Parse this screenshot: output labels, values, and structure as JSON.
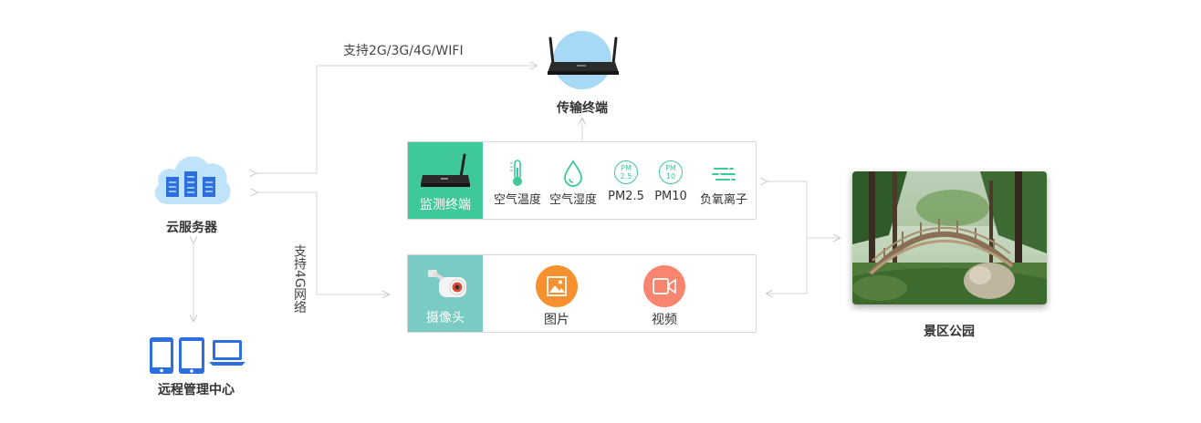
{
  "nodes": {
    "cloud": {
      "label": "云服务器"
    },
    "transmission": {
      "label": "传输终端"
    },
    "remote": {
      "label": "远程管理中心"
    },
    "park": {
      "label": "景区公园"
    }
  },
  "edges": {
    "top_link": "支持2G/3G/4G/WIFI",
    "side_link": "支持4G网络"
  },
  "monitor_panel": {
    "title": "监测终端",
    "sensors": [
      {
        "label": "空气温度",
        "icon": "thermometer-icon"
      },
      {
        "label": "空气湿度",
        "icon": "water-drop-icon"
      },
      {
        "label": "PM2.5",
        "icon": "pm25-icon"
      },
      {
        "label": "PM10",
        "icon": "pm10-icon"
      },
      {
        "label": "负氧离子",
        "icon": "wind-icon"
      }
    ]
  },
  "camera_panel": {
    "title": "摄像头",
    "items": [
      {
        "label": "图片",
        "icon": "image-icon"
      },
      {
        "label": "视频",
        "icon": "video-icon"
      }
    ]
  },
  "icon_text": {
    "pm25_a": "PM",
    "pm25_b": "2.5",
    "pm10_a": "PM",
    "pm10_b": "10"
  },
  "colors": {
    "green": "#3fc89a",
    "teal": "#79cbc3",
    "orange": "#f7912f",
    "salmon": "#f7856f",
    "blue": "#2e6fe0",
    "line": "#d0d0d0"
  }
}
